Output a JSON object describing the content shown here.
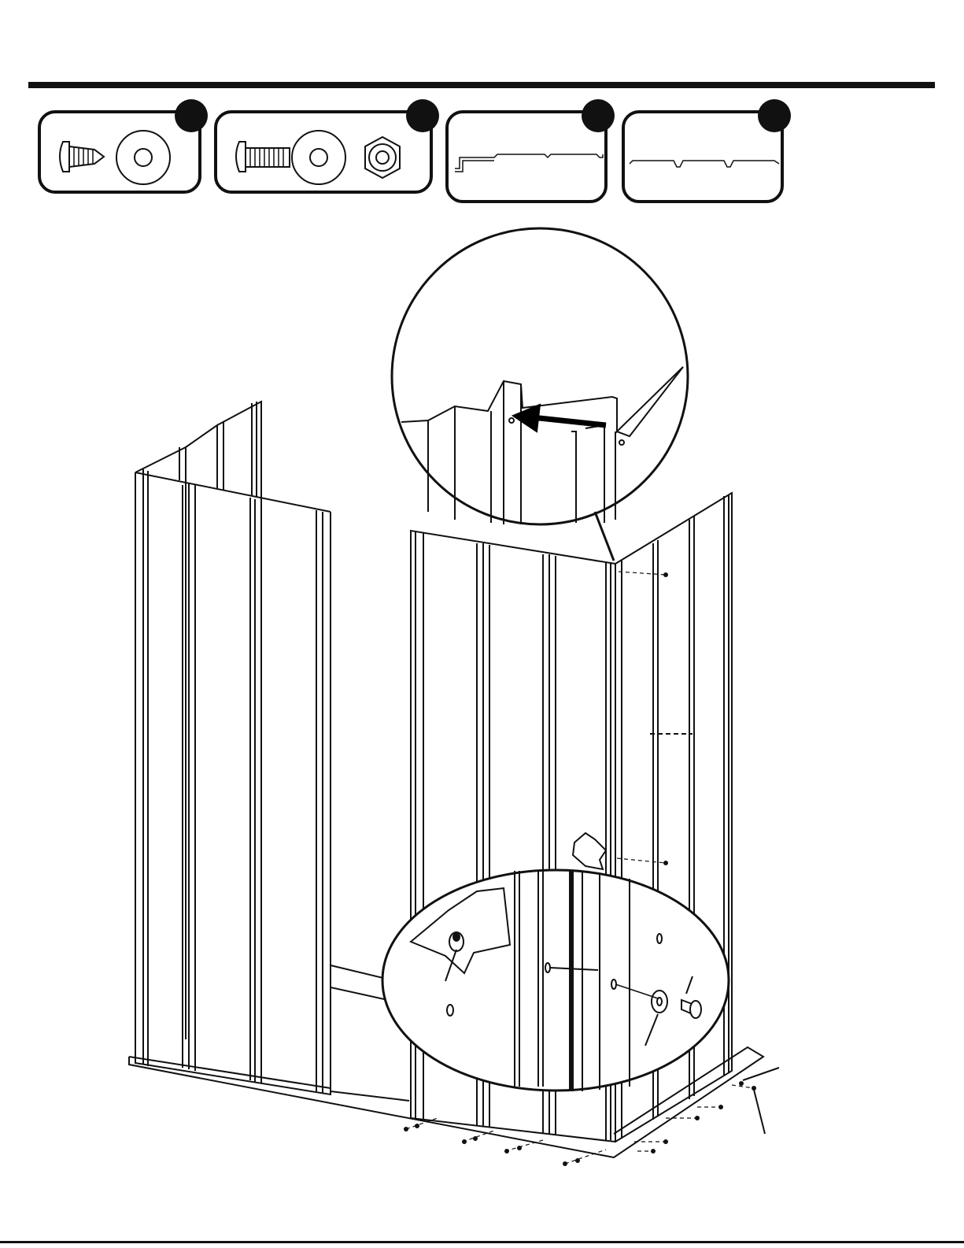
{
  "colors": {
    "line": "#111111",
    "paper": "#ffffff",
    "badge": "#111111",
    "accent_arrow": "#000000"
  },
  "parts_legend": [
    {
      "name": "screw-washer-kit",
      "icons": [
        "screw-icon",
        "washer-icon"
      ]
    },
    {
      "name": "bolt-washer-nut-kit",
      "icons": [
        "bolt-icon",
        "washer-icon",
        "hex-nut-icon"
      ]
    },
    {
      "name": "wall-panel-profile-a",
      "icons": [
        "panel-profile-icon"
      ]
    },
    {
      "name": "wall-panel-profile-b",
      "icons": [
        "panel-profile-icon"
      ]
    }
  ],
  "illustration": {
    "subject": "shed-wall-panel-assembly",
    "detail_views": [
      "top-panel-overlap-detail",
      "bottom-fastener-detail"
    ],
    "icons": [
      "arrow-icon",
      "magnifier-callout-icon"
    ]
  }
}
